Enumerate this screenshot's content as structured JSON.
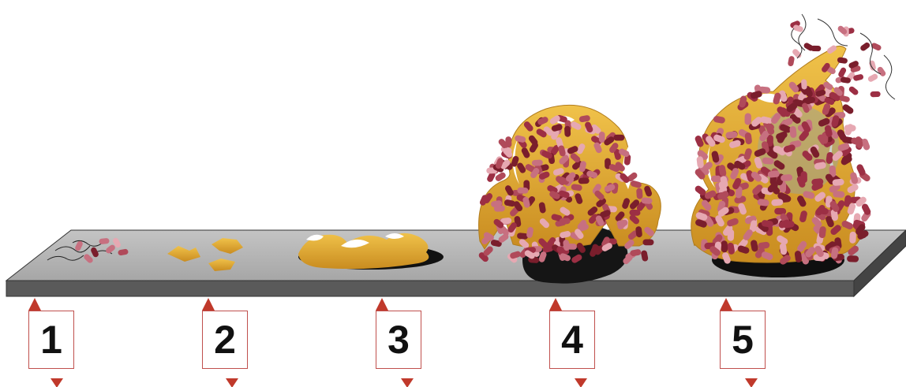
{
  "diagram": {
    "stages": [
      {
        "number": "1"
      },
      {
        "number": "2"
      },
      {
        "number": "3"
      },
      {
        "number": "4"
      },
      {
        "number": "5"
      }
    ],
    "colors": {
      "surface_top": "#b4b4b4",
      "surface_side": "#5a5a5a",
      "matrix": "#e2b23a",
      "bacteria_dark": "#7a1e2c",
      "bacteria_mid": "#b04a5a",
      "bacteria_light": "#e6a8b2",
      "marker": "#c0392b"
    }
  }
}
